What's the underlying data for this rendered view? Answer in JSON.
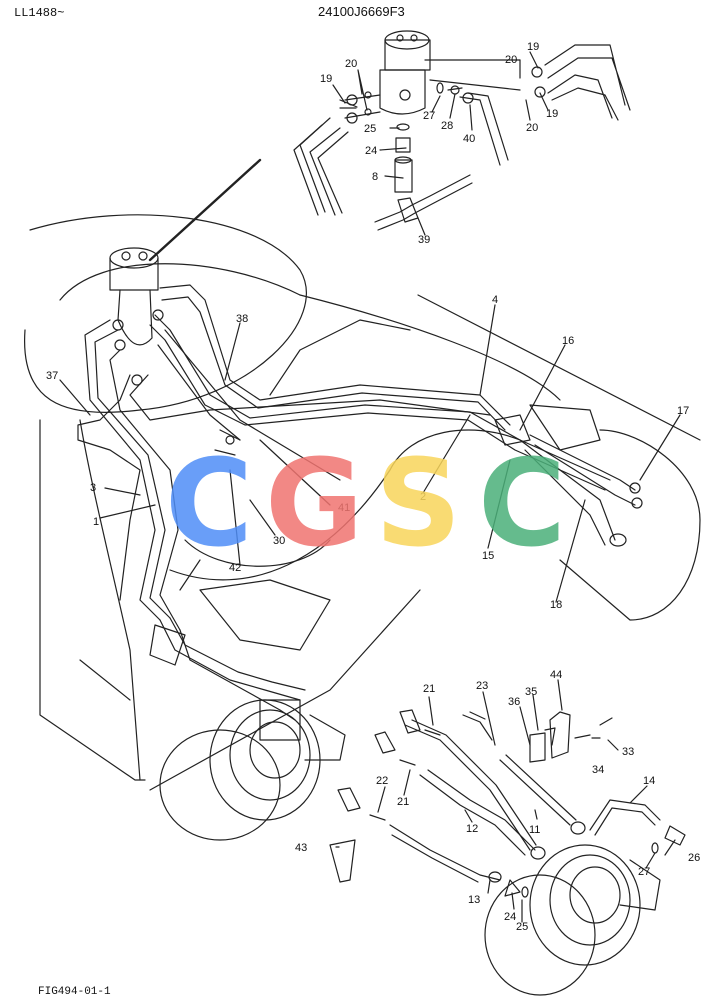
{
  "header": {
    "series_code": "LL1488~",
    "drawing_number": "24100J6669F3",
    "figure_ref": "FIG494-01-1"
  },
  "watermark": {
    "letters": [
      "C",
      "G",
      "S",
      "C"
    ],
    "colors": [
      "#4f8ef7",
      "#f07470",
      "#f8d55b",
      "#4bb07a"
    ]
  },
  "part_numbers": [
    "LL1488~",
    "1",
    "2",
    "3",
    "4",
    "8",
    "11",
    "12",
    "13",
    "14",
    "15",
    "16",
    "17",
    "18",
    "19",
    "20",
    "21",
    "22",
    "23",
    "24",
    "25",
    "26",
    "27",
    "28",
    "30",
    "33",
    "34",
    "35",
    "36",
    "37",
    "38",
    "39",
    "40",
    "41",
    "42",
    "43",
    "44"
  ],
  "callouts": {
    "p19a": "19",
    "p19b": "19",
    "p19c": "19",
    "p20a": "20",
    "p20b": "20",
    "p20c": "20",
    "p25a": "25",
    "p27a": "27",
    "p28": "28",
    "p40": "40",
    "p24a": "24",
    "p8": "8",
    "p39": "39",
    "p38": "38",
    "p37": "37",
    "p4": "4",
    "p16": "16",
    "p17": "17",
    "p3": "3",
    "p1": "1",
    "p41": "41",
    "p2": "2",
    "p30": "30",
    "p42": "42",
    "p15": "15",
    "p18": "18",
    "p21a": "21",
    "p21b": "21",
    "p23": "23",
    "p44": "44",
    "p35": "35",
    "p36": "36",
    "p33": "33",
    "p34": "34",
    "p22": "22",
    "p14": "14",
    "p11": "11",
    "p12": "12",
    "p43": "43",
    "p26": "26",
    "p27b": "27",
    "p13": "13",
    "p24b": "24",
    "p25b": "25"
  }
}
